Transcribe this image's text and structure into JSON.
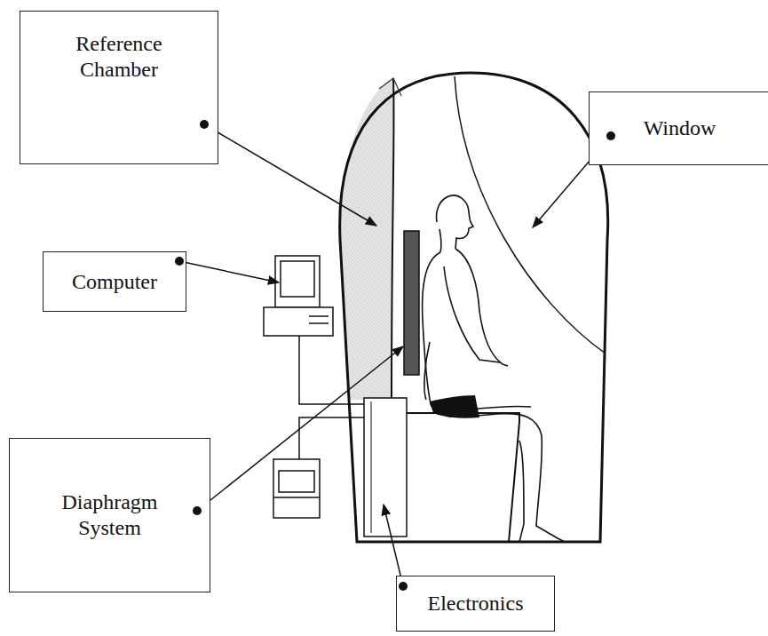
{
  "diagram": {
    "nodes": [
      {
        "text": [
          "Reference Chamber"
        ]
      },
      {
        "text": [
          "Window"
        ]
      },
      {
        "text": [
          "Computer"
        ]
      },
      {
        "text": [
          "Diaphragm System"
        ]
      },
      {
        "text": [
          "Electronics"
        ]
      }
    ]
  }
}
